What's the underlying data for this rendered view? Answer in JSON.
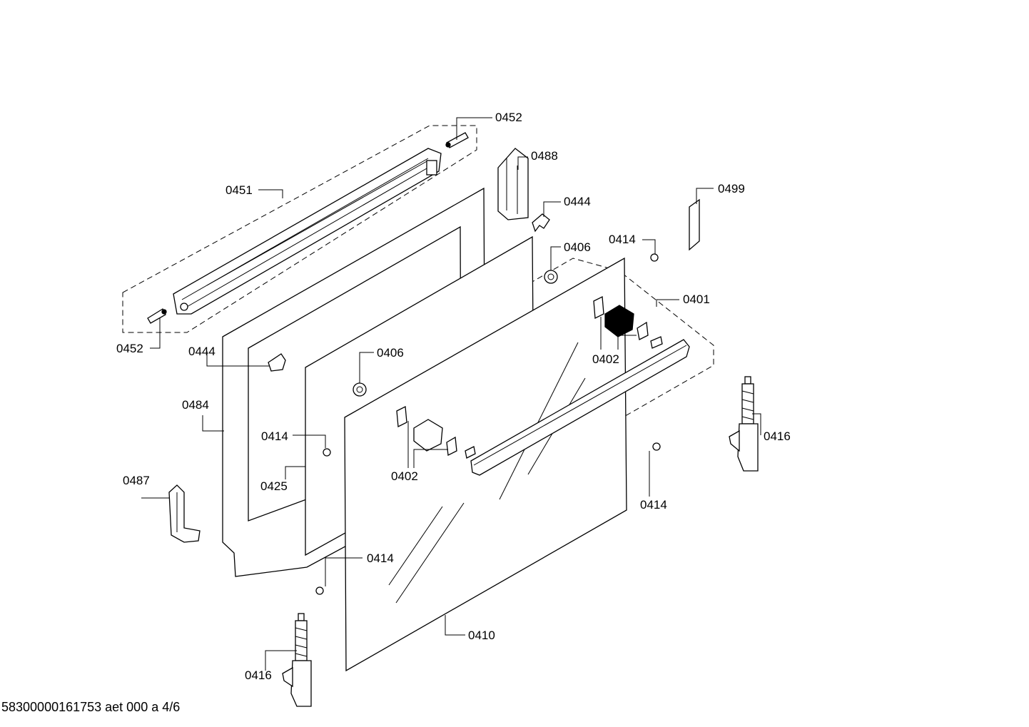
{
  "labels": {
    "l0452a": "0452",
    "l0488": "0488",
    "l0451": "0451",
    "l0499": "0499",
    "l0444a": "0444",
    "l0414a": "0414",
    "l0406a": "0406",
    "l0401": "0401",
    "l0452b": "0452",
    "l0444b": "0444",
    "l0406b": "0406",
    "l0402a": "0402",
    "l0484": "0484",
    "l0416a": "0416",
    "l0414b": "0414",
    "l0425": "0425",
    "l0402b": "0402",
    "l0487": "0487",
    "l0414c": "0414",
    "l0414d": "0414",
    "l0410": "0410",
    "l0416b": "0416"
  },
  "footer": "58300000161753 aet 000 a 4/6"
}
